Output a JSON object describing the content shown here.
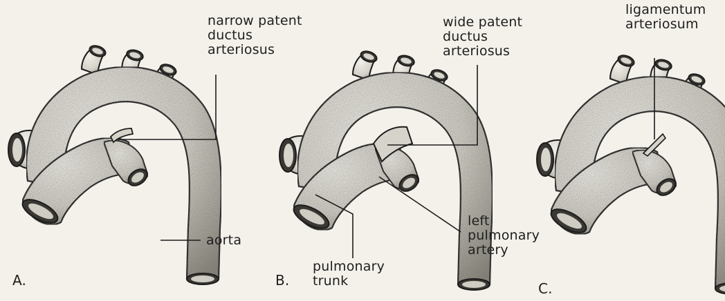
{
  "labels": {
    "narrow_pda": [
      "narrow patent",
      "ductus",
      "arteriosus"
    ],
    "wide_pda": [
      "wide patent",
      "ductus",
      "arteriosus"
    ],
    "ligamentum": [
      "ligamentum",
      "arteriosum"
    ],
    "aorta": "aorta",
    "left_pulmonary_artery": [
      "left",
      "pulmonary",
      "artery"
    ],
    "pulmonary_trunk": [
      "pulmonary",
      "trunk"
    ]
  },
  "panels": [
    {
      "letter": "A.",
      "condition": "narrow"
    },
    {
      "letter": "B.",
      "condition": "wide"
    },
    {
      "letter": "C.",
      "condition": "ligament"
    }
  ],
  "colors": {
    "background": "#f3f1ea",
    "vessel_fill": "#dedbd2",
    "vessel_shade": "#8d897f",
    "outline": "#1c1c1c",
    "text": "#1e1e1e"
  }
}
